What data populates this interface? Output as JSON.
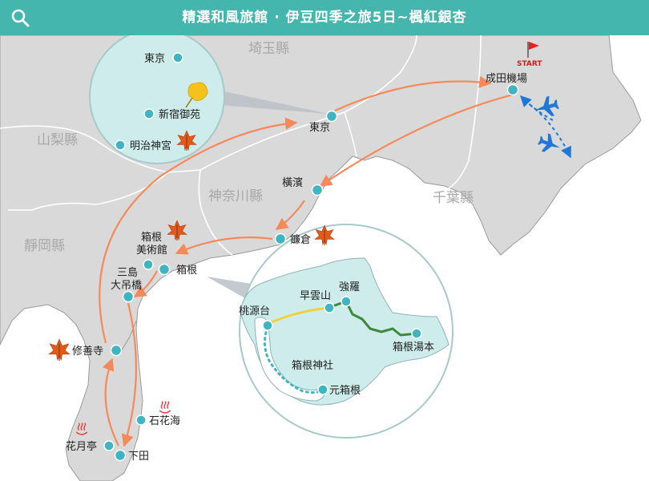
{
  "header": {
    "title": "精選和風旅館 · 伊豆四季之旅5日~楓紅銀杏"
  },
  "regions": {
    "saitama": "埼玉縣",
    "yamanashi": "山梨縣",
    "kanagawa": "神奈川縣",
    "chiba": "千葉縣",
    "shizuoka": "靜岡縣"
  },
  "places": {
    "narita": "成田機場",
    "start": "START",
    "tokyo": "東京",
    "yokohama": "橫濱",
    "kamakura": "鐮倉",
    "hakone": "箱根",
    "hakone_museum": [
      "箱根",
      "美術館"
    ],
    "mishima": [
      "三島",
      "大吊橋"
    ],
    "shuzenji": "修善寺",
    "ishibanami": "石花海",
    "kagetsutei": "花月亭",
    "shimoda": "下田"
  },
  "inset_tokyo": {
    "tokyo": "東京",
    "shinjuku_gyoen": "新宿御苑",
    "meiji_jingu": "明治神宮"
  },
  "inset_hakone": {
    "togendai": "桃源台",
    "sounzan": "早雲山",
    "gora": "強羅",
    "hakone_yumoto": "箱根湯本",
    "hakone_shrine": "箱根神社",
    "motohakone": "元箱根"
  },
  "colors": {
    "header": "#45b6ad",
    "sea": "#ffffff",
    "land": "#d9d9d9",
    "inset_fill": "#cdeceb",
    "route": "#f48a5a",
    "flight": "#1f78d6",
    "marker": "#3fb5c1",
    "maple": "#e05a1a",
    "ginkgo": "#f4c21a",
    "ropeway": "#f2d23a",
    "railway": "#3a8a3a",
    "boat_route": "#3fb5c1"
  },
  "icons": {
    "search": "search-icon",
    "airplane": "airplane-icon",
    "start_flag": "start-flag-icon",
    "maple_leaf": "maple-leaf-icon",
    "ginkgo_leaf": "ginkgo-leaf-icon",
    "hot_spring": "hot-spring-icon"
  }
}
